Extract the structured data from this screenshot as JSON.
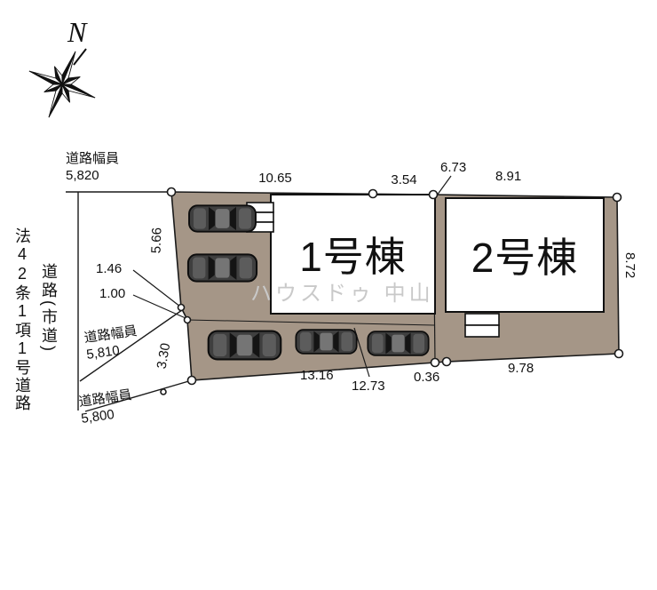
{
  "compass": {
    "north_label": "N"
  },
  "roads": {
    "law_label": "法42条1項1号道路",
    "type_label": "道路(市道)",
    "width_top": {
      "label": "道路幅員",
      "value": "5,820"
    },
    "width_mid": {
      "label": "道路幅員",
      "value": "5,810"
    },
    "width_bottom": {
      "label": "道路幅員",
      "value": "5,800"
    }
  },
  "buildings": {
    "b1_label": "1号棟",
    "b2_label": "2号棟"
  },
  "dimensions": {
    "top_segment_1": "10.65",
    "top_segment_2": "3.54",
    "top_gap": "6.73",
    "top_segment_3": "8.91",
    "right_side": "8.72",
    "left_upper": "5.66",
    "left_lower": "3.30",
    "offset_upper": "1.46",
    "offset_lower": "1.00",
    "bottom_lot1": "13.16",
    "bottom_inner": "12.73",
    "bottom_jog": "0.36",
    "bottom_lot2": "9.78"
  },
  "watermark": "ハウスドゥ 中山",
  "colors": {
    "lot_fill": "#a59687",
    "building_fill": "#ffffff",
    "line": "#1a1a1a",
    "watermark": "#c9c9c9"
  }
}
